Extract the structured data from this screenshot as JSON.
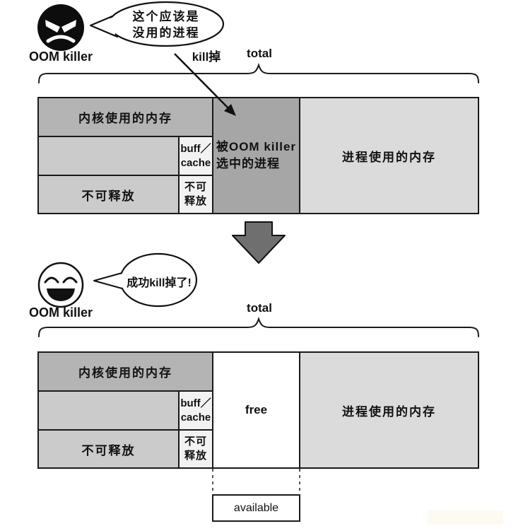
{
  "colors": {
    "kernel_gray": "#b4b4b4",
    "light_gray": "#cbcbcb",
    "pale_gray": "#f2f2f2",
    "selected_gray": "#a6a6a6",
    "process_gray": "#dbdbdb",
    "free_white": "#ffffff",
    "arrow_gray": "#6f6f6f",
    "line_black": "#1a1a1a"
  },
  "top_scene": {
    "oom_label": "OOM killer",
    "bubble_line1": "这个应该是",
    "bubble_line2": "没用的进程",
    "kill_label": "kill掉",
    "total_label": "total"
  },
  "top_diagram": {
    "kernel_label": "内核使用的内存",
    "buff_line1": "buff／",
    "buff_line2": "cache",
    "unreleasable_label": "不可释放",
    "unreleasable_small_line1": "不可",
    "unreleasable_small_line2": "释放",
    "selected_line1": "被OOM killer",
    "selected_line2": "选中的进程",
    "process_label": "进程使用的内存"
  },
  "bottom_scene": {
    "oom_label": "OOM killer",
    "bubble_text": "成功kill掉了!",
    "total_label": "total"
  },
  "bottom_diagram": {
    "kernel_label": "内核使用的内存",
    "buff_line1": "buff／",
    "buff_line2": "cache",
    "unreleasable_label": "不可释放",
    "unreleasable_small_line1": "不可",
    "unreleasable_small_line2": "释放",
    "free_label": "free",
    "process_label": "进程使用的内存",
    "available_label": "available"
  }
}
